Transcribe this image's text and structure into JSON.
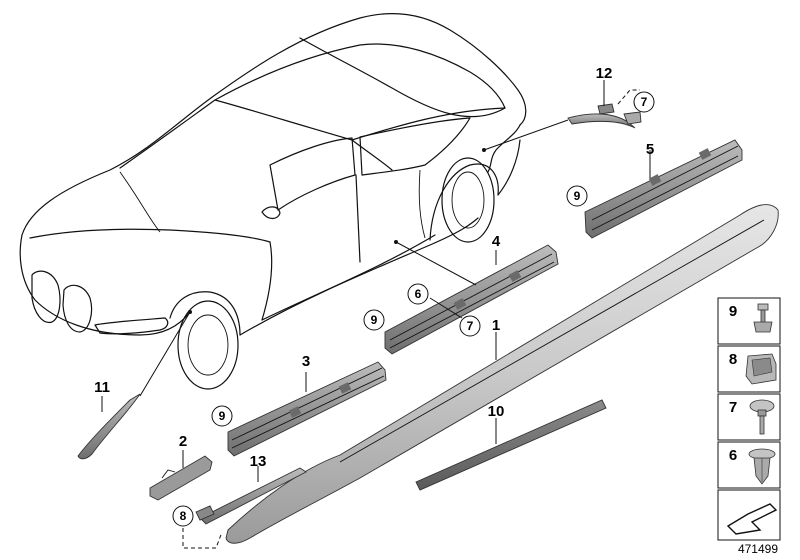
{
  "diagram": {
    "id_number": "471499",
    "callouts": [
      "1",
      "2",
      "3",
      "4",
      "5",
      "6",
      "7",
      "8",
      "9",
      "10",
      "11",
      "12",
      "13"
    ],
    "circled_refs": {
      "ref_12_7": "7",
      "ref_5_9": "9",
      "ref_4_9": "9",
      "ref_4_6": "6",
      "ref_4_7": "7",
      "ref_3_9": "9",
      "ref_13_8": "8"
    },
    "legend": {
      "items": [
        "9",
        "8",
        "7",
        "6"
      ]
    }
  },
  "colors": {
    "line": "#111111",
    "part_fill": "#c8c8c8",
    "part_dark": "#7a7a7a",
    "background": "#ffffff"
  }
}
